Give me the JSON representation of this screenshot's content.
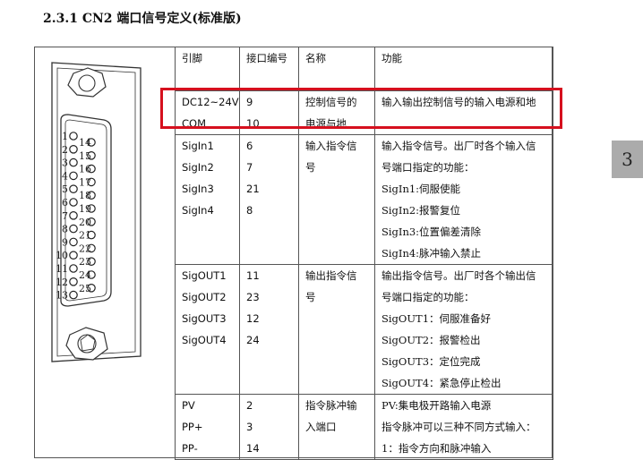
{
  "doc": {
    "section_title": "2.3.1 CN2 端口信号定义(标准版)",
    "page_tab": "3"
  },
  "table": {
    "headers": [
      "引脚",
      "接口编号",
      "名称",
      "功能"
    ],
    "rows": [
      {
        "pins": [
          "DC12~24V",
          "COM"
        ],
        "nums": [
          "9",
          "10"
        ],
        "name": [
          "控制信号的",
          "电源与地"
        ],
        "func": [
          "输入输出控制信号的输入电源和地"
        ]
      },
      {
        "pins": [
          "SigIn1",
          "SigIn2",
          "SigIn3",
          "SigIn4"
        ],
        "nums": [
          "6",
          "7",
          "21",
          "8"
        ],
        "name": [
          "输入指令信",
          "号"
        ],
        "func": [
          "输入指令信号。出厂时各个输入信",
          "号端口指定的功能：",
          "SigIn1:伺服使能",
          "SigIn2:报警复位",
          "SigIn3:位置偏差清除",
          "SigIn4:脉冲输入禁止"
        ]
      },
      {
        "pins": [
          "SigOUT1",
          "SigOUT2",
          "SigOUT3",
          "SigOUT4"
        ],
        "nums": [
          "11",
          "23",
          "12",
          "24"
        ],
        "name": [
          "输出指令信",
          "号"
        ],
        "func": [
          "输出指令信号。出厂时各个输出信",
          "号端口指定的功能：",
          "SigOUT1：伺服准备好",
          "SigOUT2：报警检出",
          "SigOUT3：定位完成",
          "SigOUT4：紧急停止检出"
        ]
      },
      {
        "pins": [
          "PV",
          "PP+",
          "PP-"
        ],
        "nums": [
          "2",
          "3",
          "14"
        ],
        "name": [
          "指令脉冲输",
          "入端口"
        ],
        "func": [
          "PV:集电极开路输入电源",
          "指令脉冲可以三种不同方式输入：",
          "1：指令方向和脉冲输入"
        ]
      }
    ]
  },
  "connector": {
    "pin_labels": [
      "1",
      "2",
      "3",
      "4",
      "5",
      "6",
      "7",
      "8",
      "9",
      "10",
      "11",
      "12",
      "13",
      "14",
      "15",
      "16",
      "17",
      "18",
      "19",
      "20",
      "21",
      "22",
      "23",
      "24",
      "25"
    ]
  },
  "highlight_color": "#d6101e"
}
